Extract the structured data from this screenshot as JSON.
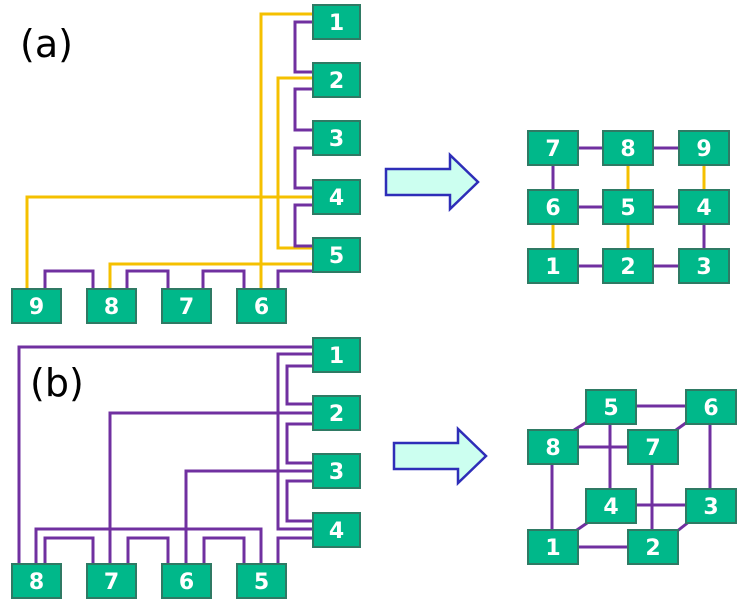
{
  "panels": [
    {
      "label": "(a)",
      "colors": {
        "purple": "#7030a0",
        "gold": "#f5c000",
        "node_fill": "#00b88a",
        "node_border": "#2f7a64",
        "arrow_fill": "#ccfff0",
        "arrow_stroke": "#2e2eb8"
      },
      "nodes": [
        "1",
        "2",
        "3",
        "4",
        "5",
        "9",
        "8",
        "7",
        "6"
      ],
      "result_nodes": [
        "7",
        "8",
        "9",
        "6",
        "5",
        "4",
        "1",
        "2",
        "3"
      ]
    },
    {
      "label": "(b)",
      "nodes": [
        "1",
        "2",
        "3",
        "4",
        "8",
        "7",
        "6",
        "5"
      ],
      "result_nodes": [
        "5",
        "6",
        "8",
        "7",
        "4",
        "3",
        "1",
        "2"
      ]
    }
  ]
}
